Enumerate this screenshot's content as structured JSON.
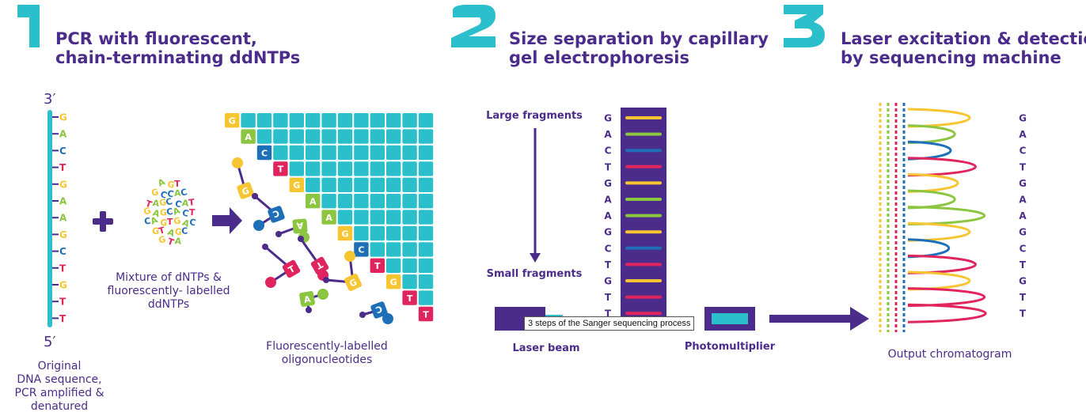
{
  "colors": {
    "purple": "#4b2c8a",
    "teal": "#2bbfcb",
    "G": "#f7c531",
    "A": "#8cc640",
    "C": "#1d6fb8",
    "T": "#e0245e"
  },
  "step1": {
    "number": "1",
    "title_line1": "PCR with fluorescent,",
    "title_line2": "chain-terminating ddNTPs",
    "strand_top": "3′",
    "strand_bottom": "5′",
    "strand_bases": [
      "G",
      "A",
      "C",
      "T",
      "G",
      "A",
      "A",
      "G",
      "C",
      "T",
      "G",
      "T",
      "T"
    ],
    "plus": "+",
    "mixture_caption_1": "Mixture of dNTPs &",
    "mixture_caption_2": "fluorescently- labelled",
    "mixture_caption_3": "ddNTPs",
    "oligo_caption_1": "Fluorescently-labelled",
    "oligo_caption_2": "oligonucleotides",
    "original_caption_1": "Original",
    "original_caption_2": "DNA sequence,",
    "original_caption_3": "PCR amplified &",
    "original_caption_4": "denatured",
    "staircase_bases": [
      "G",
      "A",
      "C",
      "T",
      "G",
      "A",
      "A",
      "G",
      "C",
      "T",
      "G",
      "T",
      "T"
    ]
  },
  "step2": {
    "number": "2",
    "title_line1": "Size separation by capillary",
    "title_line2": "gel electrophoresis",
    "large_label": "Large fragments",
    "small_label": "Small fragments",
    "gel_bases": [
      "G",
      "A",
      "C",
      "T",
      "G",
      "A",
      "A",
      "G",
      "C",
      "T",
      "G",
      "T",
      "T"
    ],
    "laser_label": "Laser beam",
    "photo_label": "Photomultiplier"
  },
  "step3": {
    "number": "3",
    "title_line1": "Laser excitation & detection",
    "title_line2": "by sequencing machine",
    "chromatogram_bases": [
      "G",
      "A",
      "C",
      "T",
      "G",
      "A",
      "A",
      "G",
      "C",
      "T",
      "G",
      "T",
      "T"
    ],
    "output_label": "Output chromatogram"
  },
  "tooltip": "3 steps of the Sanger sequencing process"
}
